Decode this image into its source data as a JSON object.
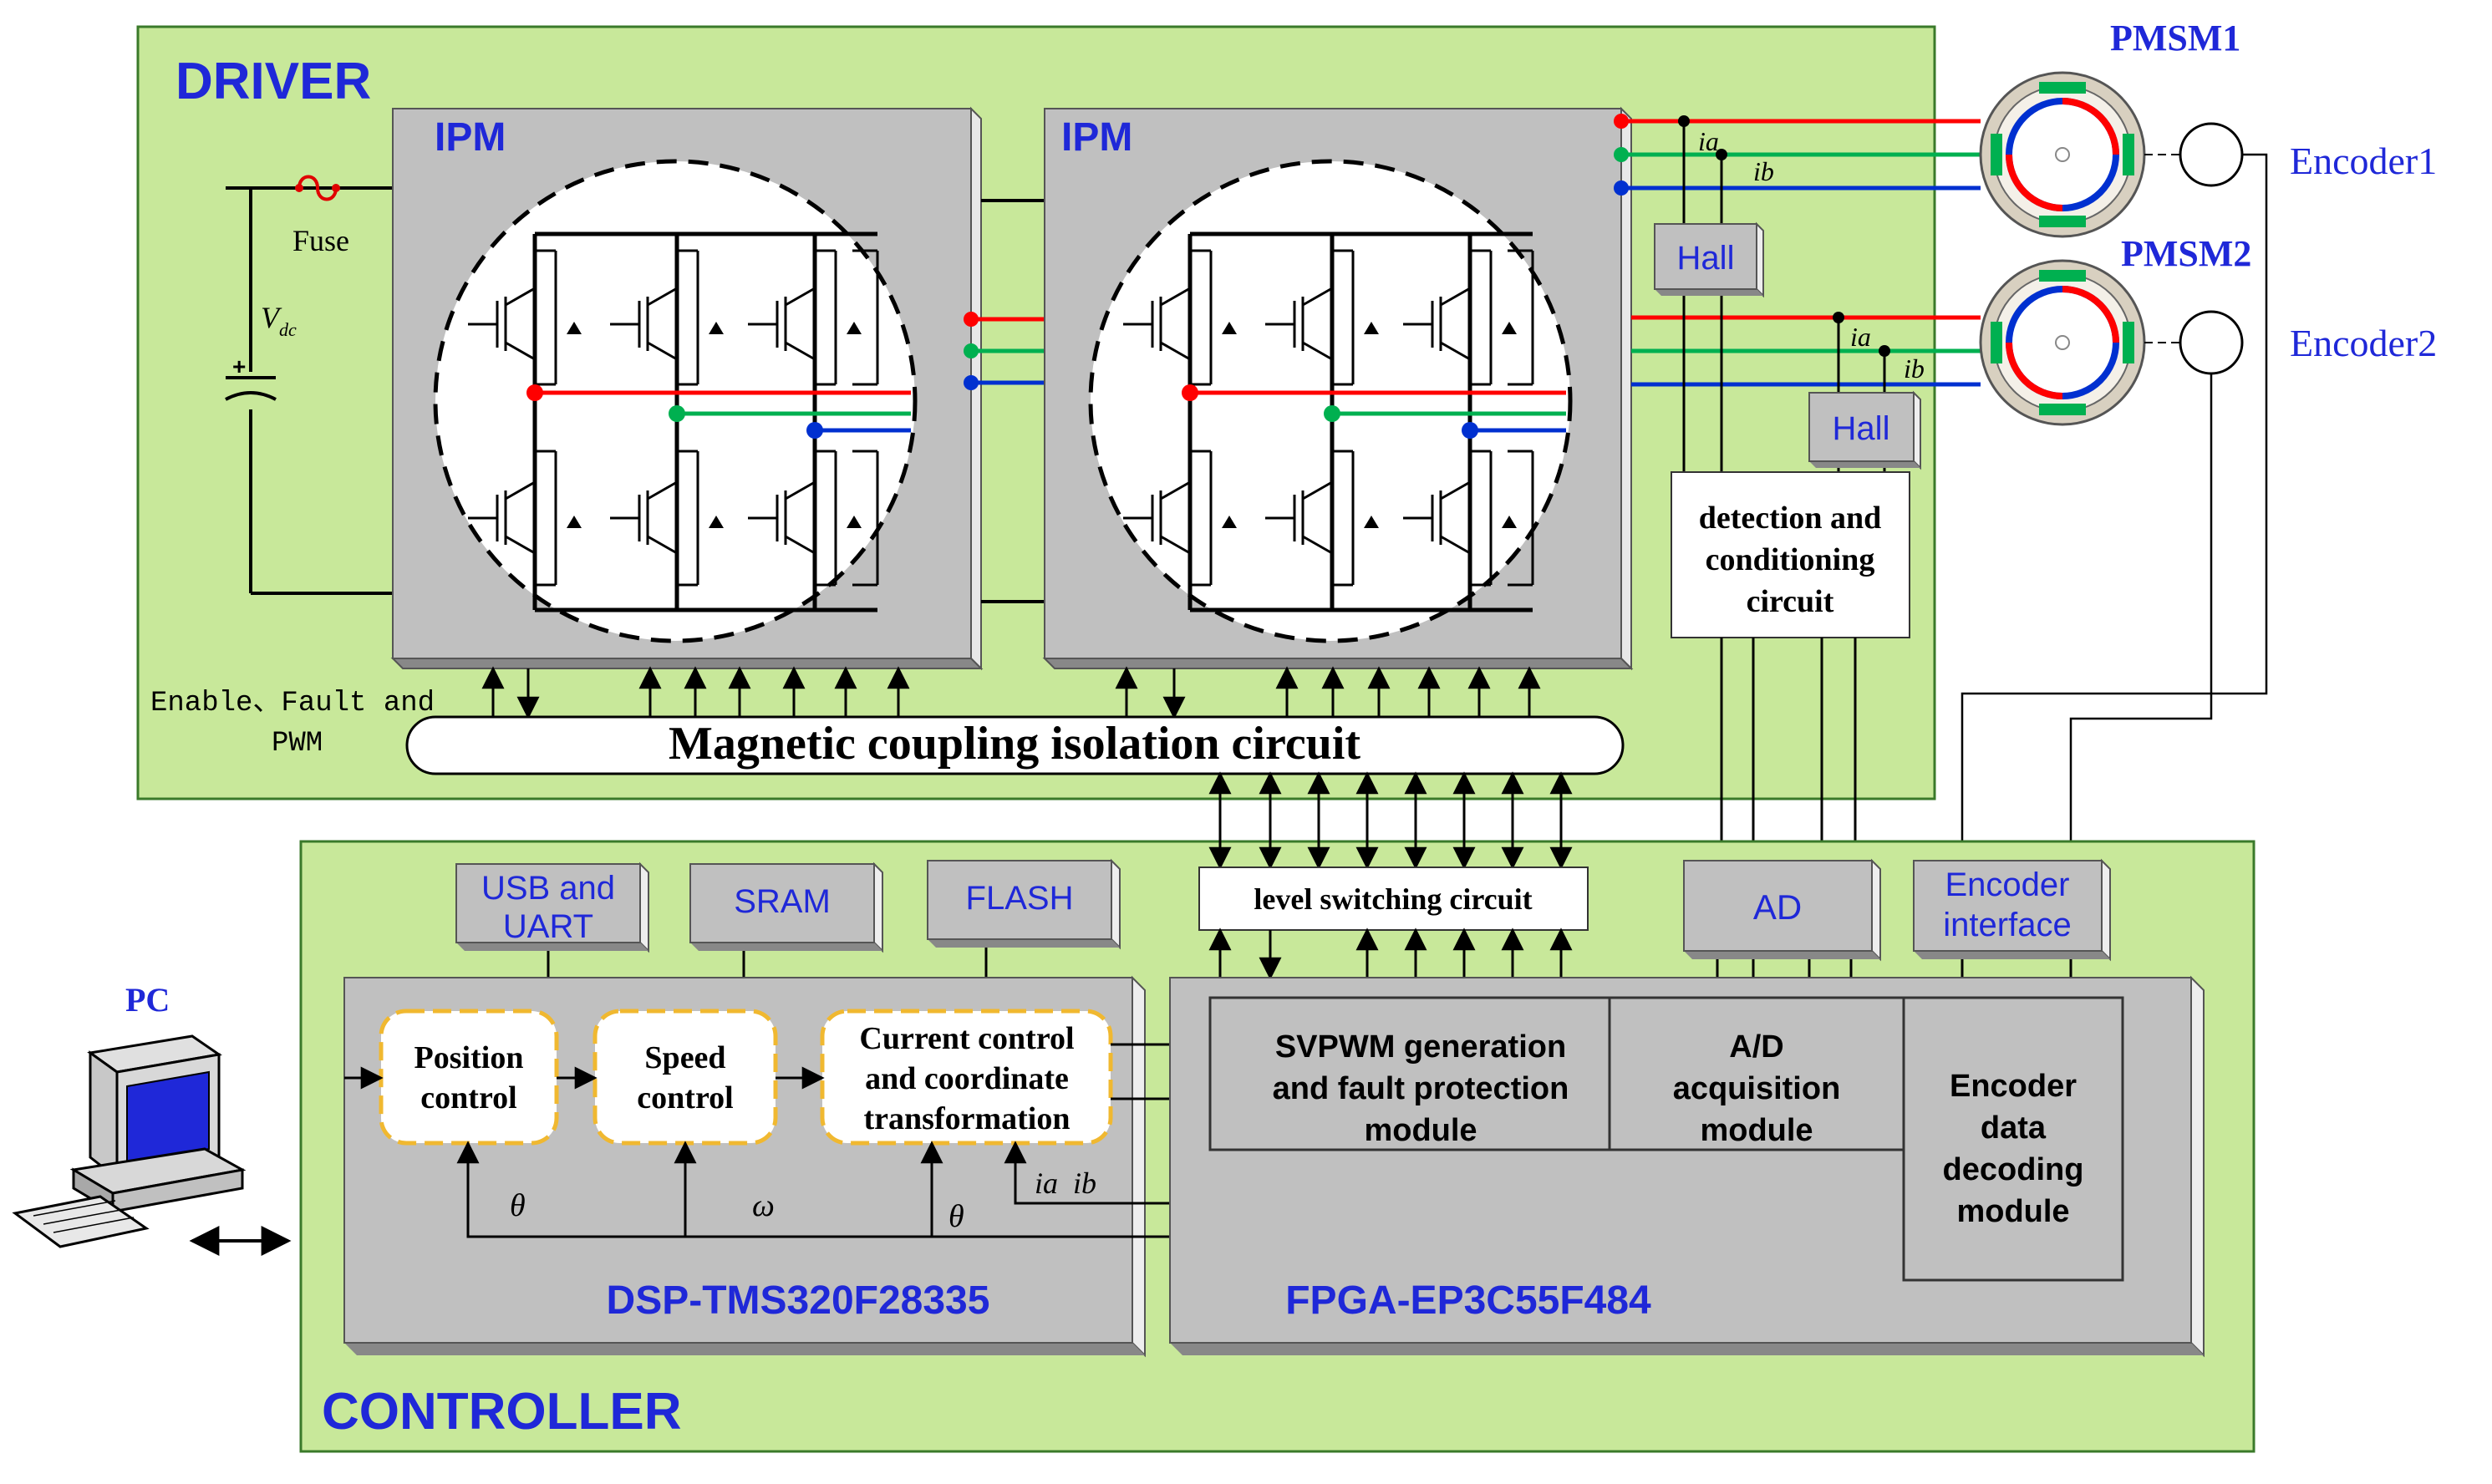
{
  "colors": {
    "panel_green": "#c8e89a",
    "panel_border": "#3a7a2a",
    "box_gray": "#c0c0c0",
    "phase_a": "#ff0000",
    "phase_b": "#00b050",
    "phase_c": "#0030d0",
    "title_blue": "#1f28d8",
    "dashed_orange": "#f0b830"
  },
  "driver": {
    "title": "DRIVER",
    "ipm1_label": "IPM",
    "ipm2_label": "IPM",
    "fuse_label": "Fuse",
    "vdc_label": "V",
    "vdc_sub": "dc",
    "signals_label_line1": "Enable、Fault and",
    "signals_label_line2": "PWM",
    "isolation_label": "Magnetic coupling isolation circuit",
    "hall1": "Hall",
    "hall2": "Hall",
    "ia1": "ia",
    "ib1": "ib",
    "ia2": "ia",
    "ib2": "ib",
    "detection_line1": "detection and",
    "detection_line2": "conditioning",
    "detection_line3": "circuit"
  },
  "motors": {
    "pmsm1": "PMSM1",
    "pmsm2": "PMSM2",
    "encoder1": "Encoder1",
    "encoder2": "Encoder2"
  },
  "controller": {
    "title": "CONTROLLER",
    "usb_line1": "USB and",
    "usb_line2": "UART",
    "sram": "SRAM",
    "flash": "FLASH",
    "level_switch": "level switching circuit",
    "ad": "AD",
    "encoder_if_line1": "Encoder",
    "encoder_if_line2": "interface",
    "position_line1": "Position",
    "position_line2": "control",
    "speed_line1": "Speed",
    "speed_line2": "control",
    "current_line1": "Current control",
    "current_line2": "and coordinate",
    "current_line3": "transformation",
    "theta1": "θ",
    "omega": "ω",
    "theta2": "θ",
    "iaib": "ia  ib",
    "dsp_label": "DSP-TMS320F28335",
    "svpwm_line1": "SVPWM generation",
    "svpwm_line2": "and fault protection",
    "svpwm_line3": "module",
    "adacq_line1": "A/D",
    "adacq_line2": "acquisition",
    "adacq_line3": "module",
    "encdec_line1": "Encoder",
    "encdec_line2": "data",
    "encdec_line3": "decoding",
    "encdec_line4": "module",
    "fpga_label": "FPGA-EP3C55F484"
  },
  "pc_label": "PC"
}
